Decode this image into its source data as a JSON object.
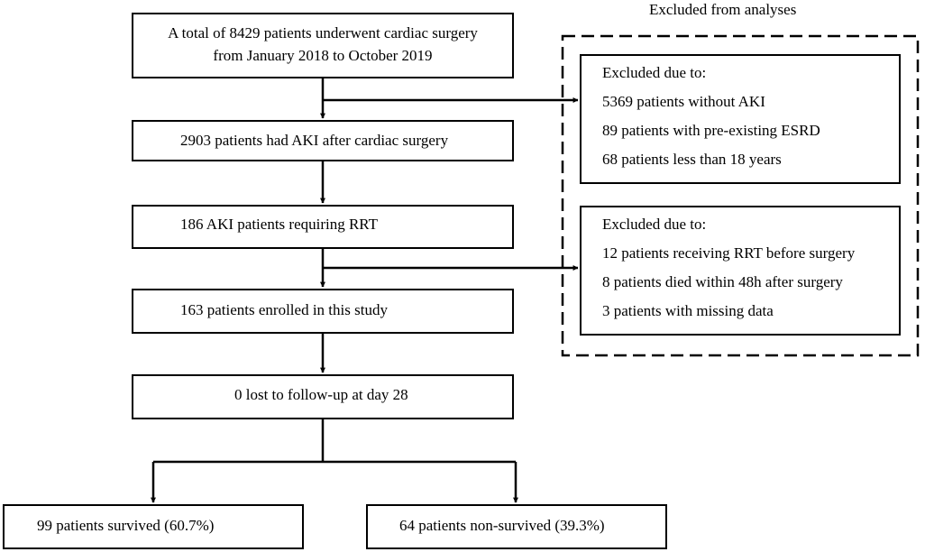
{
  "diagram": {
    "excluded_header": "Excluded from analyses",
    "steps": {
      "total": {
        "line1": "A total of 8429 patients underwent cardiac surgery",
        "line2": "from January 2018 to October 2019"
      },
      "aki": "2903 patients had AKI after cardiac surgery",
      "rrt": "186 AKI patients requiring RRT",
      "enrolled": "163 patients enrolled in this study",
      "followup": "0 lost to follow-up at day 28",
      "survived": "99 patients survived (60.7%)",
      "nonsurvived": "64 patients non-survived (39.3%)"
    },
    "exclusions": [
      {
        "heading": "Excluded due to:",
        "items": [
          "5369 patients without AKI",
          "89 patients with pre-existing ESRD",
          "68 patients less than 18 years"
        ]
      },
      {
        "heading": "Excluded due to:",
        "items": [
          "12 patients receiving RRT before surgery",
          "8 patients died within 48h after surgery",
          "3 patients with missing data"
        ]
      }
    ]
  }
}
